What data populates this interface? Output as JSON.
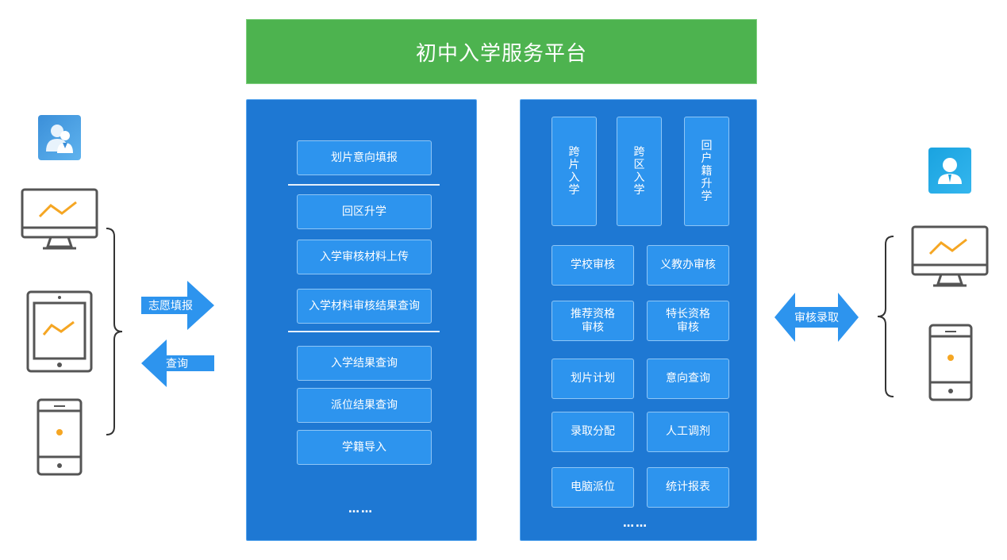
{
  "title": "初中入学服务平台",
  "left_arrows": {
    "submit": "志愿填报",
    "query": "查询"
  },
  "right_arrow": "审核录取",
  "middle_panel": {
    "items": [
      "划片意向填报",
      "回区升学",
      "入学审核材料上传",
      "入学材料审核结果查询",
      "入学结果查询",
      "派位结果查询",
      "学籍导入"
    ],
    "ellipsis": "……"
  },
  "right_panel": {
    "vertical": [
      [
        "跨",
        "片",
        "入",
        "学"
      ],
      [
        "跨",
        "区",
        "入",
        "学"
      ],
      [
        "回",
        "户",
        "籍",
        "升",
        "学"
      ]
    ],
    "grid": [
      [
        "学校审核",
        "义教办审核"
      ],
      [
        "推荐资格\n审核",
        "特长资格\n审核"
      ],
      [
        "划片计划",
        "意向查询"
      ],
      [
        "录取分配",
        "人工调剂"
      ],
      [
        "电脑派位",
        "统计报表"
      ]
    ],
    "ellipsis": "……"
  },
  "colors": {
    "title_green": "#4db34f",
    "panel_blue": "#1e78d3",
    "button_blue": "#2d94ee",
    "arrow_blue": "#2d94ee",
    "device_gray": "#555555",
    "chart_orange": "#f5a623"
  }
}
